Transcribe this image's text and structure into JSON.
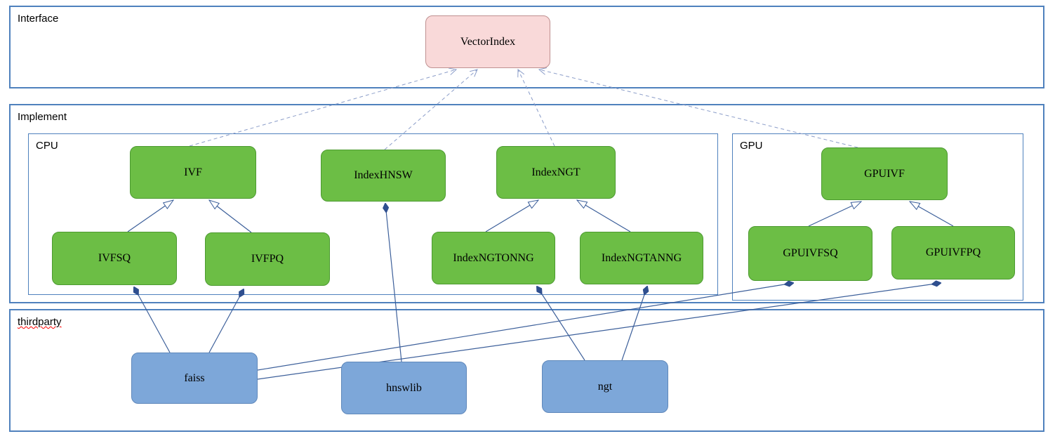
{
  "diagram": {
    "containers": {
      "interface": {
        "label": "Interface"
      },
      "implement": {
        "label": "Implement"
      },
      "cpu": {
        "label": "CPU"
      },
      "gpu": {
        "label": "GPU"
      },
      "thirdparty": {
        "label": "thirdparty"
      }
    },
    "nodes": {
      "vectorindex": {
        "label": "VectorIndex",
        "type": "interface"
      },
      "ivf": {
        "label": "IVF",
        "type": "implementation"
      },
      "indexhnsw": {
        "label": "IndexHNSW",
        "type": "implementation"
      },
      "indexngt": {
        "label": "IndexNGT",
        "type": "implementation"
      },
      "gpuivf": {
        "label": "GPUIVF",
        "type": "implementation"
      },
      "ivfsq": {
        "label": "IVFSQ",
        "type": "implementation"
      },
      "ivfpq": {
        "label": "IVFPQ",
        "type": "implementation"
      },
      "indexngtonng": {
        "label": "IndexNGTONNG",
        "type": "implementation"
      },
      "indexngtanng": {
        "label": "IndexNGTANNG",
        "type": "implementation"
      },
      "gpuivfsq": {
        "label": "GPUIVFSQ",
        "type": "implementation"
      },
      "gpuivfpq": {
        "label": "GPUIVFPQ",
        "type": "implementation"
      },
      "faiss": {
        "label": "faiss",
        "type": "thirdparty"
      },
      "hnswlib": {
        "label": "hnswlib",
        "type": "thirdparty"
      },
      "ngt": {
        "label": "ngt",
        "type": "thirdparty"
      }
    },
    "edges": [
      {
        "from": "ivf",
        "to": "vectorindex",
        "kind": "realization-dashed-open-arrow"
      },
      {
        "from": "indexhnsw",
        "to": "vectorindex",
        "kind": "realization-dashed-open-arrow"
      },
      {
        "from": "indexngt",
        "to": "vectorindex",
        "kind": "realization-dashed-open-arrow"
      },
      {
        "from": "gpuivf",
        "to": "vectorindex",
        "kind": "realization-dashed-open-arrow"
      },
      {
        "from": "ivfsq",
        "to": "ivf",
        "kind": "inheritance-hollow-triangle"
      },
      {
        "from": "ivfpq",
        "to": "ivf",
        "kind": "inheritance-hollow-triangle"
      },
      {
        "from": "indexngtonng",
        "to": "indexngt",
        "kind": "inheritance-hollow-triangle"
      },
      {
        "from": "indexngtanng",
        "to": "indexngt",
        "kind": "inheritance-hollow-triangle"
      },
      {
        "from": "gpuivfsq",
        "to": "gpuivf",
        "kind": "inheritance-hollow-triangle"
      },
      {
        "from": "gpuivfpq",
        "to": "gpuivf",
        "kind": "inheritance-hollow-triangle"
      },
      {
        "from": "faiss",
        "to": "ivfsq",
        "kind": "composition-filled-diamond"
      },
      {
        "from": "faiss",
        "to": "ivfpq",
        "kind": "composition-filled-diamond"
      },
      {
        "from": "faiss",
        "to": "gpuivfsq",
        "kind": "composition-filled-diamond"
      },
      {
        "from": "faiss",
        "to": "gpuivfpq",
        "kind": "composition-filled-diamond"
      },
      {
        "from": "hnswlib",
        "to": "indexhnsw",
        "kind": "composition-filled-diamond"
      },
      {
        "from": "ngt",
        "to": "indexngtonng",
        "kind": "composition-filled-diamond"
      },
      {
        "from": "ngt",
        "to": "indexngtanng",
        "kind": "composition-filled-diamond"
      }
    ],
    "colors": {
      "interface_fill": "#f9d9d9",
      "interface_border": "#bf9090",
      "implementation_fill": "#6cbe45",
      "implementation_border": "#4c9a30",
      "thirdparty_fill": "#7da7d9",
      "thirdparty_border": "#5f88bb",
      "container_border": "#4f81bd",
      "edge_solid": "#3c5f9a",
      "edge_dashed": "#8b9dc9",
      "diamond_fill": "#2f4f8f"
    }
  }
}
